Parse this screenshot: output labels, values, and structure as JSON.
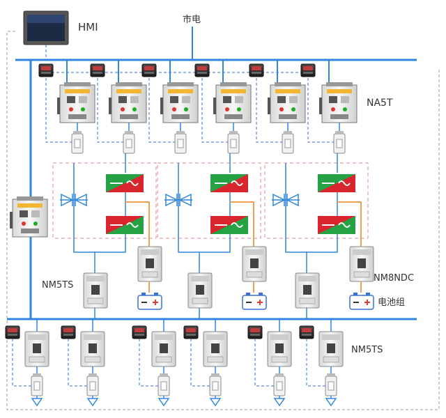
{
  "labels": {
    "hmi": "HMI",
    "grid": "市电",
    "acb": "NA5T",
    "dc_breaker": "NM8NDC",
    "mccb_mid": "NM5TS",
    "mccb_bottom": "NM5TS",
    "battery": "电池组"
  },
  "colors": {
    "bus": "#2e86de",
    "control": "#3a6fd8",
    "dash_frame": "#e8838f",
    "dc_link": "#f0a050",
    "conv_red": "#d9262e",
    "conv_green": "#25a244",
    "battery_plus": "#e53935",
    "panel_dash": "#9a9a9a"
  },
  "counts": {
    "bays": 3,
    "acb_units": 6,
    "feeders": 6
  }
}
